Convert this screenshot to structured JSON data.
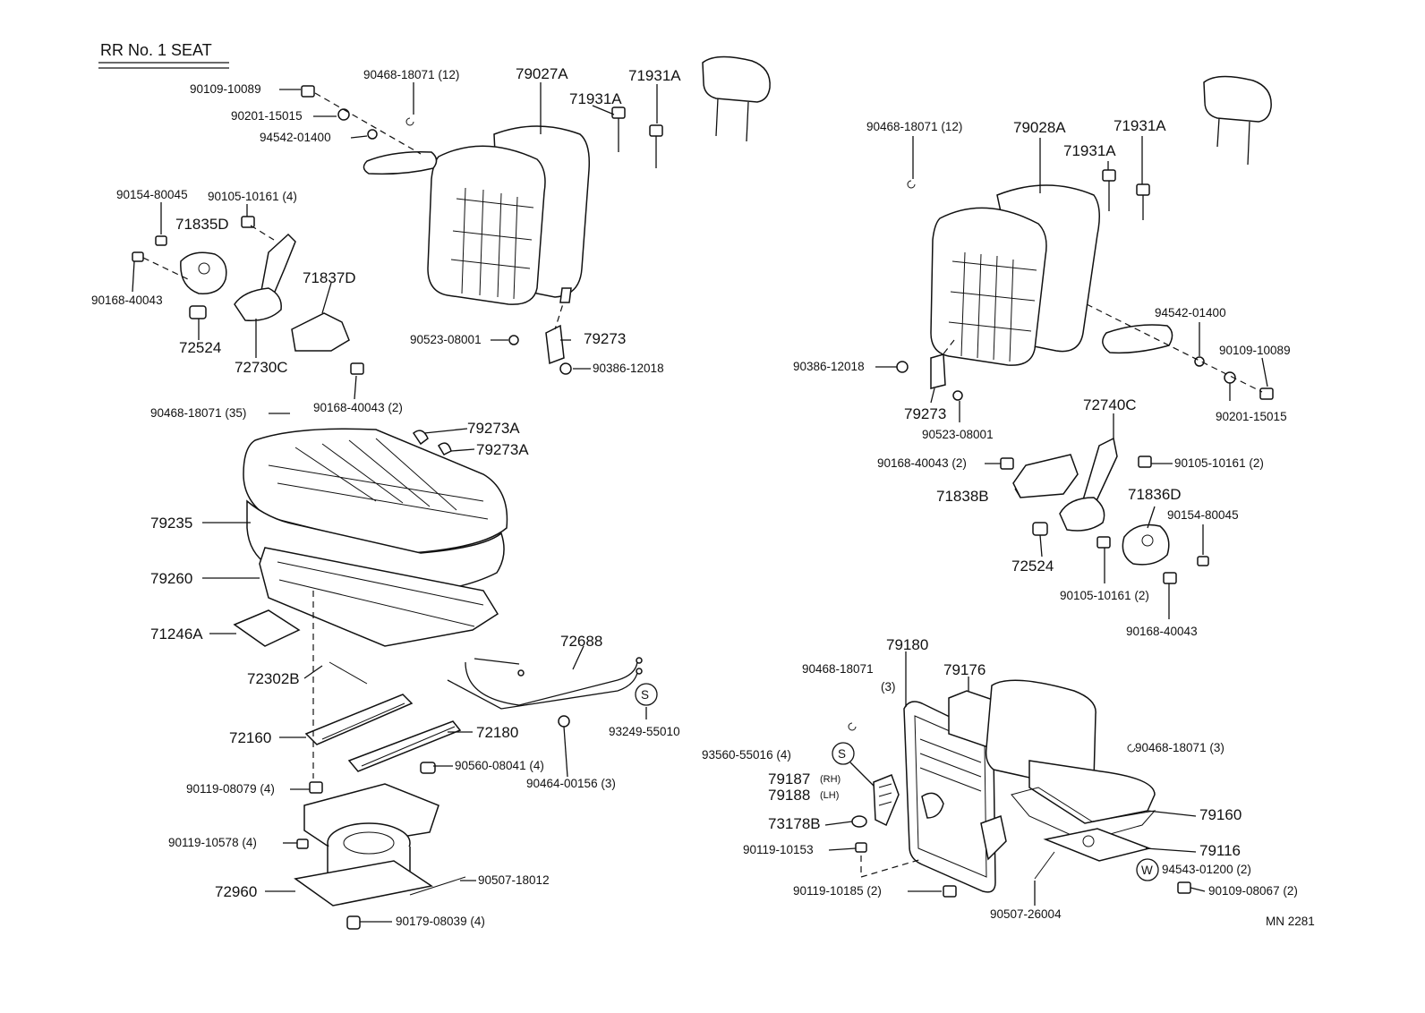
{
  "title": "RR No. 1  SEAT",
  "code": "MN 2281",
  "callout": {
    "s": "S",
    "w": "W"
  },
  "labels": {
    "p90109_10089_a": "90109-10089",
    "p90201_15015_a": "90201-15015",
    "p94542_01400_a": "94542-01400",
    "p90468_18071_12_a": "90468-18071 (12)",
    "p79027A": "79027A",
    "p71931A_1": "71931A",
    "p71931A_2": "71931A",
    "p90154_80045_a": "90154-80045",
    "p90105_10161_4": "90105-10161 (4)",
    "p71835D": "71835D",
    "p71837D": "71837D",
    "p90168_40043_a": "90168-40043",
    "p72524_a": "72524",
    "p72730C": "72730C",
    "p90168_40043_2a": "90168-40043 (2)",
    "p90523_08001_a": "90523-08001",
    "p79273_a": "79273",
    "p90386_12018_a": "90386-12018",
    "p90468_18071_35": "90468-18071 (35)",
    "p79273A_1": "79273A",
    "p79273A_2": "79273A",
    "p79235": "79235",
    "p79260": "79260",
    "p71246A": "71246A",
    "p72302B": "72302B",
    "p72688": "72688",
    "p93249_55010": "93249-55010",
    "p72160": "72160",
    "p72180": "72180",
    "p90560_08041_4": "90560-08041 (4)",
    "p90464_00156_3": "90464-00156 (3)",
    "p90119_08079_4": "90119-08079 (4)",
    "p90119_10578_4": "90119-10578 (4)",
    "p72960": "72960",
    "p90507_18012": "90507-18012",
    "p90179_08039_4": "90179-08039 (4)",
    "p90468_18071_12_b": "90468-18071 (12)",
    "p79028A": "79028A",
    "p71931A_3": "71931A",
    "p71931A_4": "71931A",
    "p94542_01400_b": "94542-01400",
    "p90109_10089_b": "90109-10089",
    "p90386_12018_b": "90386-12018",
    "p79273_b": "79273",
    "p90201_15015_b": "90201-15015",
    "p90523_08001_b": "90523-08001",
    "p72740C": "72740C",
    "p90168_40043_2b": "90168-40043 (2)",
    "p90105_10161_2a": "90105-10161 (2)",
    "p71838B": "71838B",
    "p71836D": "71836D",
    "p90154_80045_b": "90154-80045",
    "p72524_b": "72524",
    "p90105_10161_2b": "90105-10161 (2)",
    "p90168_40043_b": "90168-40043",
    "p79180": "79180",
    "p90468_18071_c": "90468-18071",
    "p90468_18071_c_qty": "(3)",
    "p79176": "79176",
    "p93560_55016_4": "93560-55016 (4)",
    "p90468_18071_3d": "90468-18071 (3)",
    "p79187": "79187",
    "p79187_side": "(RH)",
    "p79188": "79188",
    "p79188_side": "(LH)",
    "p73178B": "73178B",
    "p79160": "79160",
    "p90119_10153": "90119-10153",
    "p79116": "79116",
    "p94543_01200_2": "94543-01200 (2)",
    "p90119_10185_2": "90119-10185 (2)",
    "p90109_08067_2": "90109-08067 (2)",
    "p90507_26004": "90507-26004"
  }
}
